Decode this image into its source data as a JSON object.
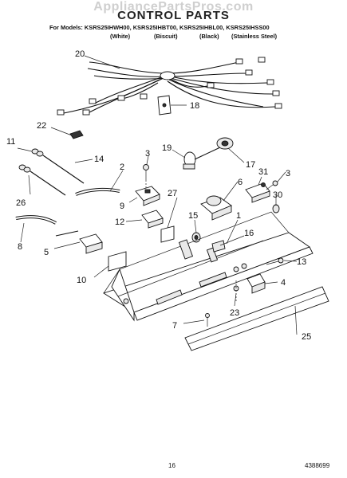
{
  "header": {
    "watermark": "AppliancePartsPros.com",
    "title": "CONTROL PARTS",
    "models_line": "For Models: KSRS25IHWH00, KSRS25IHBT00, KSRS25IHBL00, KSRS25IHSS00",
    "colors": [
      "(White)",
      "(Biscuit)",
      "(Black)",
      "(Stainless Steel)"
    ]
  },
  "callouts": [
    "1",
    "2",
    "3",
    "3",
    "4",
    "5",
    "6",
    "7",
    "8",
    "9",
    "10",
    "11",
    "12",
    "13",
    "14",
    "15",
    "16",
    "17",
    "18",
    "19",
    "20",
    "22",
    "23",
    "25",
    "26",
    "27",
    "30",
    "31"
  ],
  "footer": {
    "page_number": "16",
    "doc_number": "4388699"
  }
}
